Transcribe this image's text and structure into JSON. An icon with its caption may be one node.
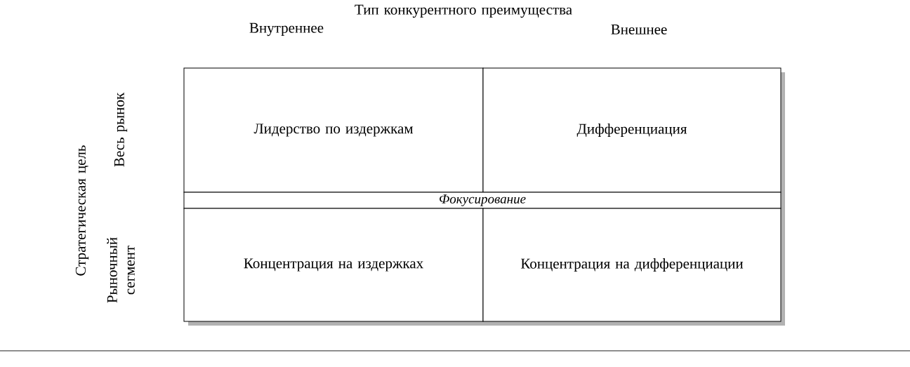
{
  "diagram": {
    "nodes": [
      {
        "text": [
          "Лидерство по издержкам"
        ]
      },
      {
        "text": [
          "Дифференциация"
        ]
      },
      {
        "text": [
          "Фокусирование"
        ]
      },
      {
        "text": [
          "Концентрация на издержках"
        ]
      },
      {
        "text": [
          "Концентрация на дифференциации"
        ]
      }
    ],
    "labels": [
      "Тип конкурентного преимущества",
      "Внутреннее",
      "Внешнее",
      "Стратегическая цель",
      "Весь рынок",
      "Рыночный сегмент"
    ]
  }
}
